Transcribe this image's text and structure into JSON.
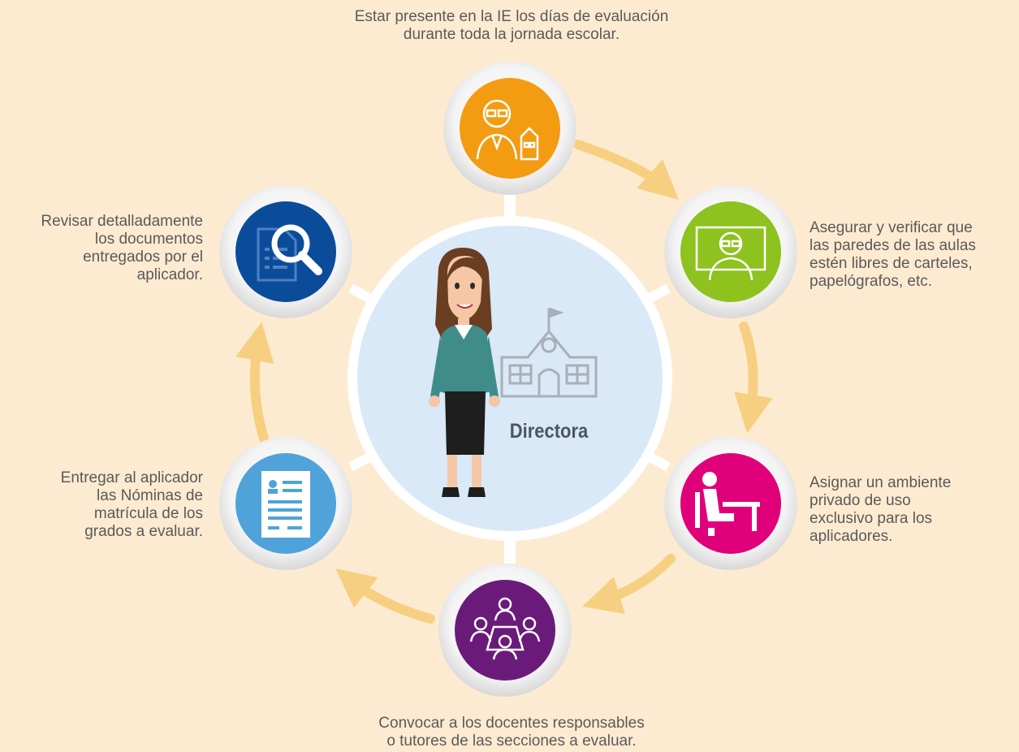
{
  "center": {
    "role": "Directora"
  },
  "steps": [
    {
      "id": "top",
      "icon": "teacher-school-icon",
      "color": "#f39c12",
      "lines": [
        "Estar presente en la IE los días de evaluación",
        "durante toda la jornada escolar."
      ]
    },
    {
      "id": "right-upper",
      "icon": "teacher-board-icon",
      "color": "#8dc21f",
      "lines": [
        "Asegurar y verificar que",
        "las paredes de las aulas",
        "estén libres de carteles,",
        "papelógrafos, etc."
      ]
    },
    {
      "id": "right-lower",
      "icon": "person-at-desk-icon",
      "color": "#e0007a",
      "lines": [
        "Asignar un ambiente",
        "privado de uso",
        "exclusivo para los",
        "aplicadores."
      ]
    },
    {
      "id": "bottom",
      "icon": "meeting-group-icon",
      "color": "#6a1b7a",
      "lines": [
        "Convocar a los docentes responsables",
        "o tutores de las secciones a evaluar."
      ]
    },
    {
      "id": "left-lower",
      "icon": "document-list-icon",
      "color": "#4fa3d9",
      "lines": [
        "Entregar al aplicador",
        "las Nóminas de",
        "matrícula de los",
        "grados a evaluar."
      ]
    },
    {
      "id": "left-upper",
      "icon": "document-search-icon",
      "color": "#0b4c9a",
      "lines": [
        "Revisar detalladamente",
        "los documentos",
        "entregados por el",
        "aplicador."
      ]
    }
  ],
  "colors": {
    "background": "#fdebd1",
    "arrow": "#f7cf80",
    "ring": "#ffffff",
    "hub": "#d9e9f7"
  }
}
